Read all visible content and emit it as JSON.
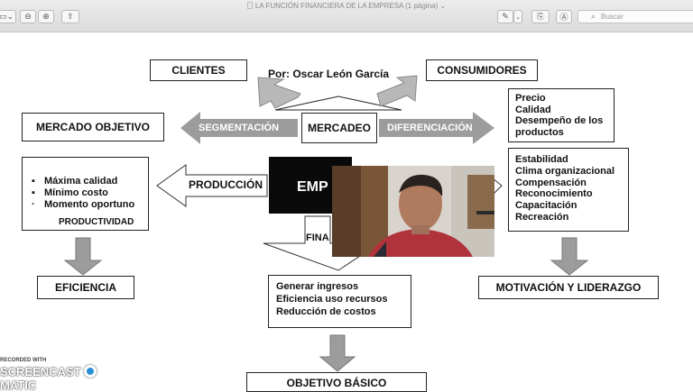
{
  "window": {
    "title": "LA FUNCIÓN FINANCIERA DE LA EMPRESA (1 página)",
    "search_placeholder": "Buscar"
  },
  "diagram": {
    "author": "Por: Oscar León García",
    "clientes": "CLIENTES",
    "consumidores": "CONSUMIDORES",
    "mercado_objetivo": "MERCADO OBJETIVO",
    "segmentacion": "SEGMENTACIÓN",
    "mercadeo": "MERCADEO",
    "diferenciacion": "DIFERENCIACIÓN",
    "right_top_items": [
      "Precio",
      "Calidad",
      "Desempeño de los",
      "productos"
    ],
    "right_mid_items": [
      "Estabilidad",
      "Clima organizacional",
      "Compensación",
      "Reconocimiento",
      "Capacitación",
      "Recreación"
    ],
    "produccion": "PRODUCCIÓN",
    "empresa_partial": "EMP",
    "finanzas_partial": "FINA",
    "left_items": [
      "Máxima calidad",
      "Mínimo costo",
      "Momento oportuno"
    ],
    "productividad": "PRODUCTIVIDAD",
    "eficiencia": "EFICIENCIA",
    "motivacion": "MOTIVACIÓN Y LIDERAZGO",
    "center_items": [
      "Generar ingresos",
      "Eficiencia uso recursos",
      "Reducción de costos"
    ],
    "objetivo_basico": "OBJETIVO BÁSICO"
  },
  "watermark": {
    "line1": "RECORDED WITH",
    "line2": "SCREENCAST",
    "line3": "MATIC"
  }
}
